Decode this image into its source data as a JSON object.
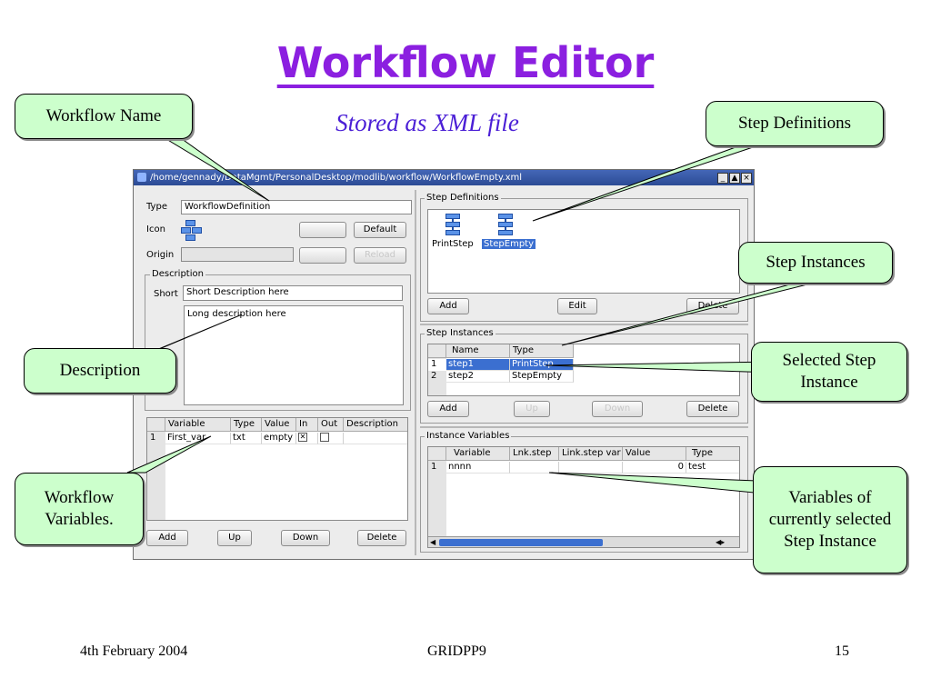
{
  "slide": {
    "title": "Workflow Editor",
    "subtitle": "Stored as XML file",
    "footer_left": "4th February 2004",
    "footer_center": "GRIDPP9",
    "footer_right": "15"
  },
  "callouts": {
    "workflow_name": "Workflow Name",
    "step_definitions": "Step Definitions",
    "step_instances": "Step Instances",
    "description": "Description",
    "selected_step_instance": "Selected Step Instance",
    "workflow_variables": "Workflow Variables.",
    "instance_variables": "Variables of currently selected Step Instance"
  },
  "window": {
    "title": "/home/gennady/DataMgmt/PersonalDesktop/modlib/workflow/WorkflowEmpty.xml",
    "type_label": "Type",
    "type_value": "WorkflowDefinition",
    "icon_label": "Icon",
    "default_button": "Default",
    "origin_label": "Origin",
    "origin_value": "",
    "reload_button": "Reload",
    "description_group": "Description",
    "short_label": "Short",
    "short_value": "Short Description here",
    "long_value": "Long description here",
    "workflow_vars": {
      "columns": [
        "Variable",
        "Type",
        "Value",
        "In",
        "Out",
        "Description"
      ],
      "rows": [
        {
          "num": "1",
          "variable": "First_var",
          "type": "txt",
          "value": "empty",
          "in": true,
          "out": false,
          "description": ""
        }
      ],
      "buttons": {
        "add": "Add",
        "up": "Up",
        "down": "Down",
        "delete": "Delete"
      }
    },
    "step_definitions": {
      "group": "Step Definitions",
      "items": [
        {
          "label": "PrintStep",
          "icon": "step-icon",
          "selected": false
        },
        {
          "label": "StepEmpty",
          "icon": "step-icon",
          "selected": true
        }
      ],
      "buttons": {
        "add": "Add",
        "edit": "Edit",
        "delete": "Delete"
      }
    },
    "step_instances": {
      "group": "Step Instances",
      "columns": [
        "Name",
        "Type"
      ],
      "rows": [
        {
          "num": "1",
          "name": "step1",
          "type": "PrintStep",
          "selected": true
        },
        {
          "num": "2",
          "name": "step2",
          "type": "StepEmpty",
          "selected": false
        }
      ],
      "buttons": {
        "add": "Add",
        "up": "Up",
        "down": "Down",
        "delete": "Delete"
      }
    },
    "instance_vars": {
      "group": "Instance Variables",
      "columns": [
        "Variable",
        "Lnk.step",
        "Link.step var",
        "Value",
        "Type"
      ],
      "rows": [
        {
          "num": "1",
          "variable": "nnnn",
          "lnk_step": "",
          "link_step_var": "",
          "value": "0",
          "type": "test"
        }
      ]
    }
  },
  "colors": {
    "title": "#8b1fe0",
    "subtitle": "#4b1fd6",
    "callout_bg": "#ccffcc",
    "selection": "#3b6fd0"
  }
}
